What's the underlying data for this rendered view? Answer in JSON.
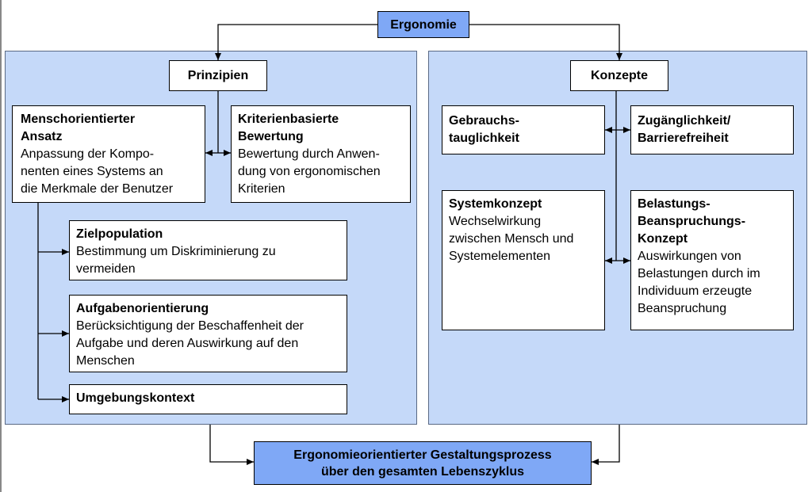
{
  "root": "Ergonomie",
  "left": {
    "header": "Prinzipien",
    "menschorientiert": {
      "title": "Menschorientierter\nAnsatz",
      "desc": "Anpassung der Kompo-\nnenten eines Systems an\ndie Merkmale der Benutzer"
    },
    "kriterienbasiert": {
      "title": "Kriterienbasierte\nBewertung",
      "desc": "Bewertung durch Anwen-\ndung von ergonomischen\nKriterien"
    },
    "zielpopulation": {
      "title": "Zielpopulation",
      "desc": "Bestimmung um Diskriminierung zu\nvermeiden"
    },
    "aufgabenorientierung": {
      "title": "Aufgabenorientierung",
      "desc": "Berücksichtigung der Beschaffenheit der\nAufgabe und deren Auswirkung auf den\nMenschen"
    },
    "umgebungskontext": {
      "title": "Umgebungskontext"
    }
  },
  "right": {
    "header": "Konzepte",
    "gebrauchstauglichkeit": {
      "title": "Gebrauchs-\ntauglichkeit"
    },
    "zugaenglichkeit": {
      "title": "Zugänglichkeit/\nBarrierefreiheit"
    },
    "systemkonzept": {
      "title": "Systemkonzept",
      "desc": "Wechselwirkung\nzwischen Mensch und\nSystemelementen"
    },
    "belastung": {
      "title": "Belastungs-\nBeanspruchungs-\nKonzept",
      "desc": "Auswirkungen von\nBelastungen durch im\nIndividuum erzeugte\nBeanspruchung"
    }
  },
  "bottom": "Ergonomieorientierter Gestaltungsprozess\nüber den gesamten Lebenszyklus",
  "colors": {
    "panel": "#c5d9f9",
    "highlight": "#7fa8f6"
  }
}
